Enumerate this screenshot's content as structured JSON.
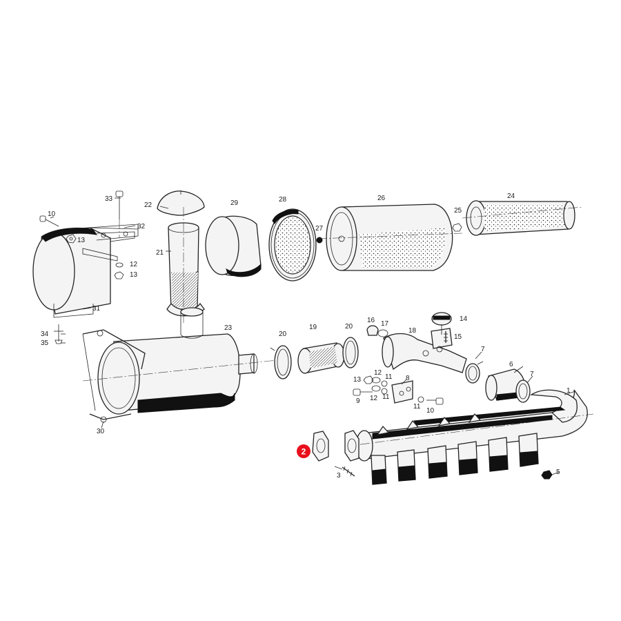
{
  "part_labels": {
    "p1": "1",
    "p2": "2",
    "p3": "3",
    "p5": "5",
    "p6": "6",
    "p7a": "7",
    "p7b": "7",
    "p8": "8",
    "p9": "9",
    "p10a": "10",
    "p10b": "10",
    "p11a": "11",
    "p11b": "11",
    "p12a": "12",
    "p12b": "12",
    "p12c": "12",
    "p13a": "13",
    "p13b": "13",
    "p13c": "13",
    "p14": "14",
    "p15": "15",
    "p16": "16",
    "p17": "17",
    "p18": "18",
    "p19": "19",
    "p20a": "20",
    "p20b": "20",
    "p21": "21",
    "p22": "22",
    "p23": "23",
    "p24": "24",
    "p25": "25",
    "p26": "26",
    "p27": "27",
    "p28": "28",
    "p29": "29",
    "p30": "30",
    "p31": "31",
    "p32": "32",
    "p33": "33",
    "p34": "34",
    "p35": "35"
  },
  "highlight": {
    "label": "2",
    "color": "#e8101c"
  }
}
